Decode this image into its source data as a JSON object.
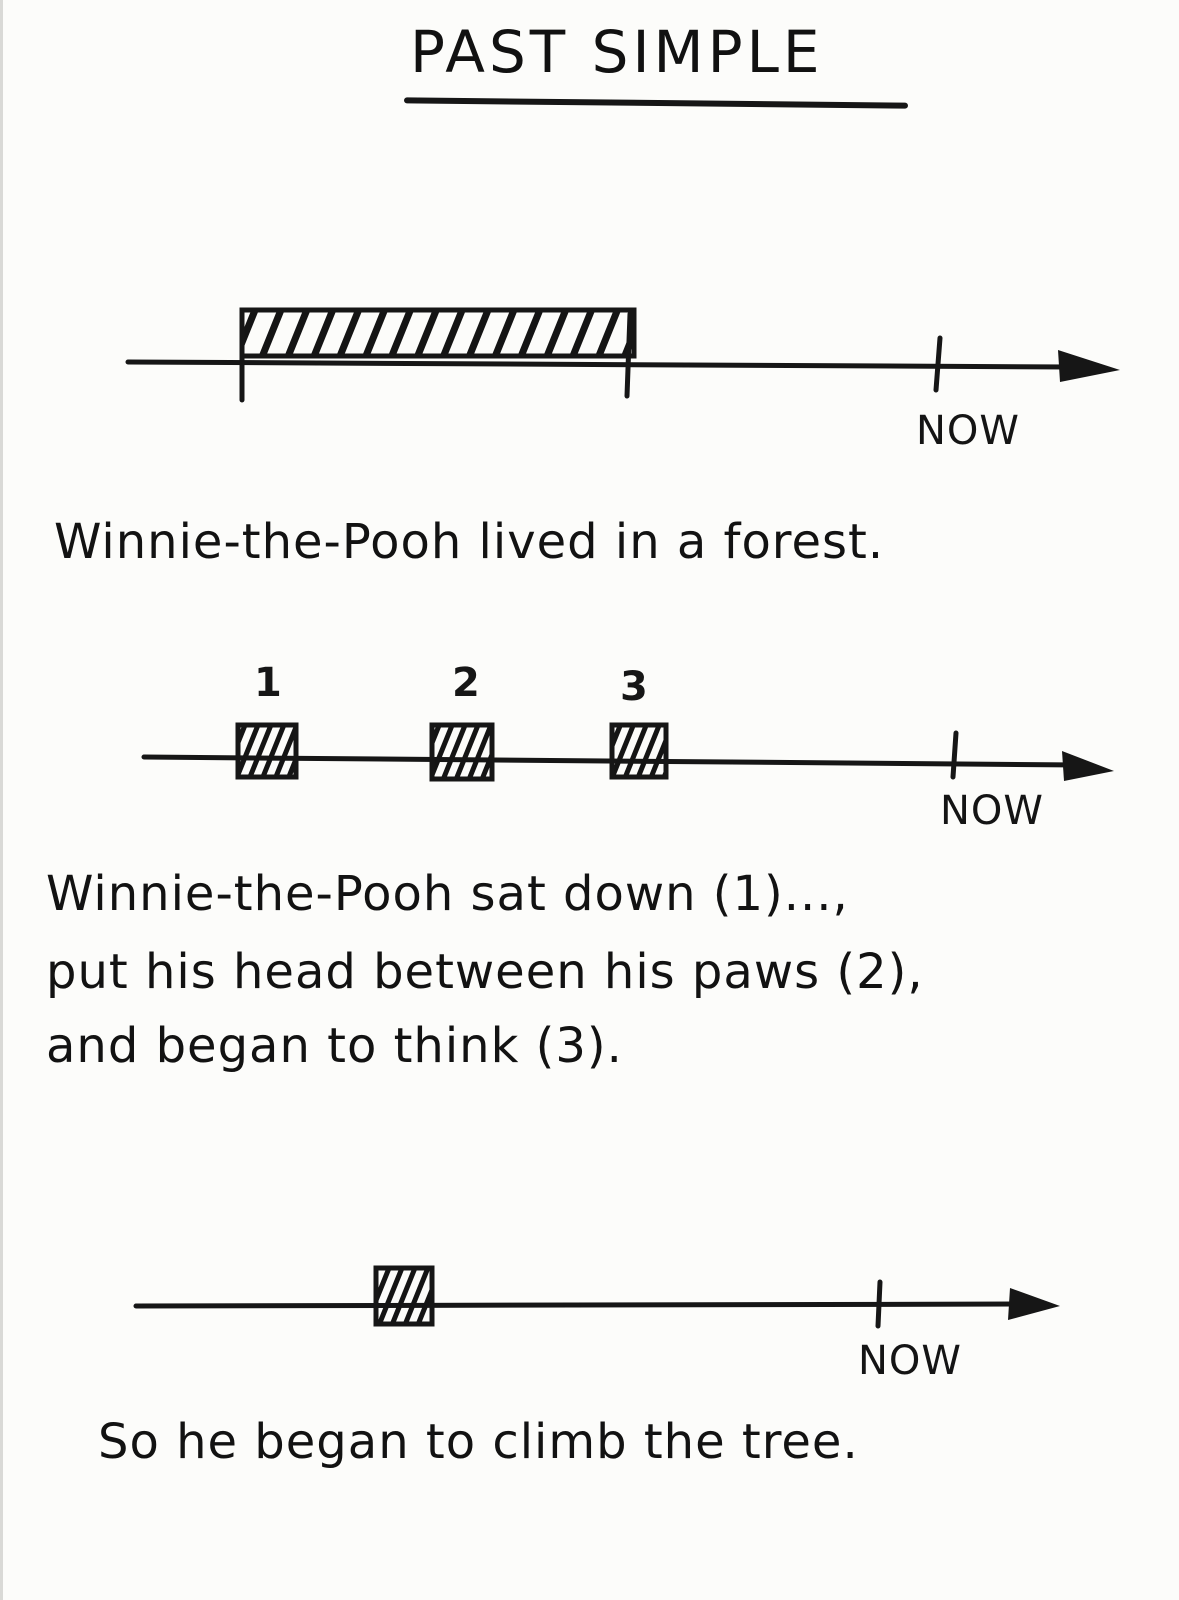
{
  "title": "PAST SIMPLE",
  "now_label": "NOW",
  "diagram1": {
    "sentence": "Winnie-the-Pooh lived in a forest."
  },
  "diagram2": {
    "markers": [
      "1",
      "2",
      "3"
    ],
    "sentence_lines": [
      "Winnie-the-Pooh sat down (1)...,",
      "put his head between his paws (2),",
      "and began to think (3)."
    ]
  },
  "diagram3": {
    "sentence": "So he began to climb the tree."
  }
}
